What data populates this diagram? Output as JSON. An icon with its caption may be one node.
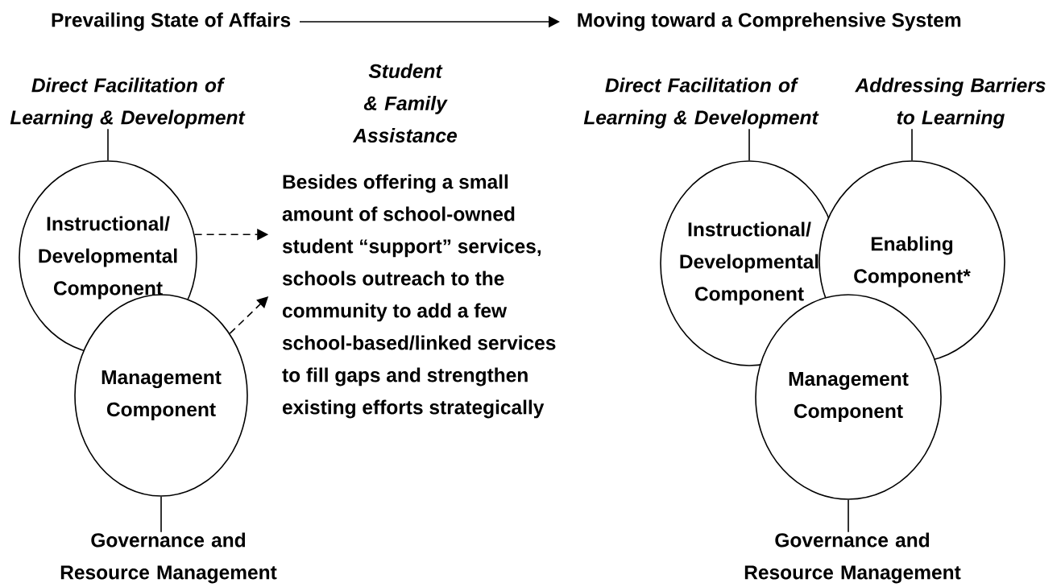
{
  "diagram": {
    "nodes": [
      {
        "text": [
          "Prevailing State of Affairs"
        ]
      },
      {
        "text": [
          "Moving toward a Comprehensive System"
        ]
      },
      {
        "text": [
          "Direct Facilitation of Learning & Development"
        ]
      },
      {
        "text": [
          "Instructional/ Developmental Component"
        ]
      },
      {
        "text": [
          "Management Component"
        ]
      },
      {
        "text": [
          "Besides offering a small amount of school-owned student “support” services, schools outreach to the community to add a few school-based/linked services to fill gaps and strengthen existing efforts strategically"
        ]
      },
      {
        "text": [
          "Governance and Resource Management"
        ]
      },
      {
        "text": [
          "Direct Facilitation of Learning & Development"
        ]
      },
      {
        "text": [
          "Addressing Barriers to Learning"
        ]
      },
      {
        "text": [
          "Instructional/ Developmental Component"
        ]
      },
      {
        "text": [
          "Enabling Component*"
        ]
      },
      {
        "text": [
          "Management Component"
        ]
      },
      {
        "text": [
          "Governance and Resource Management"
        ]
      }
    ],
    "edges": [
      {
        "from": 0,
        "to": 1,
        "arrow": "to"
      },
      {
        "from": 2,
        "to": 3,
        "arrow": "none"
      },
      {
        "from": 3,
        "to": 5,
        "arrow": "to",
        "style": "dashed"
      },
      {
        "from": 4,
        "to": 5,
        "arrow": "to",
        "style": "dashed"
      },
      {
        "from": 4,
        "to": 6,
        "arrow": "none"
      },
      {
        "from": 7,
        "to": 9,
        "arrow": "none"
      },
      {
        "from": 8,
        "to": 10,
        "arrow": "none"
      },
      {
        "from": 11,
        "to": 12,
        "arrow": "none"
      }
    ],
    "labels": [
      "Student & Family Assistance"
    ]
  }
}
